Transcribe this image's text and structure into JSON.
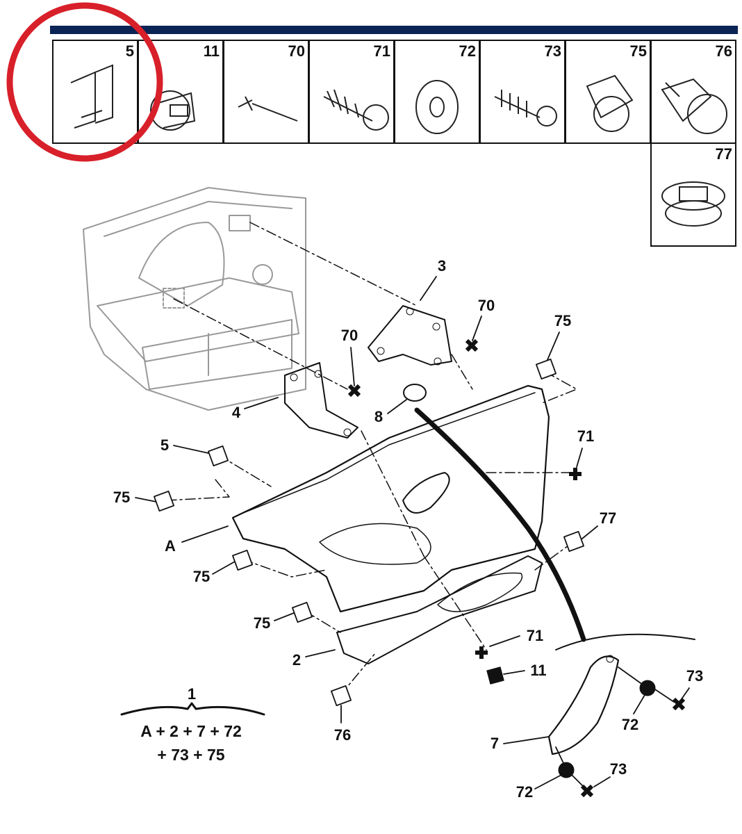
{
  "parts_table": [
    "5",
    "11",
    "70",
    "71",
    "72",
    "73",
    "75",
    "76",
    "77"
  ],
  "callouts": [
    "3",
    "70",
    "70",
    "75",
    "4",
    "8",
    "71",
    "5",
    "75",
    "77",
    "A",
    "75",
    "75",
    "71",
    "2",
    "11",
    "73",
    "72",
    "76",
    "7",
    "73",
    "72"
  ],
  "assembly": {
    "number": "1",
    "line1": "A + 2 + 7 + 72",
    "line2": "+ 73 + 75"
  },
  "colors": {
    "header_bar": "#0b2456",
    "highlight_circle": "#d8202a",
    "line": "#111111"
  }
}
